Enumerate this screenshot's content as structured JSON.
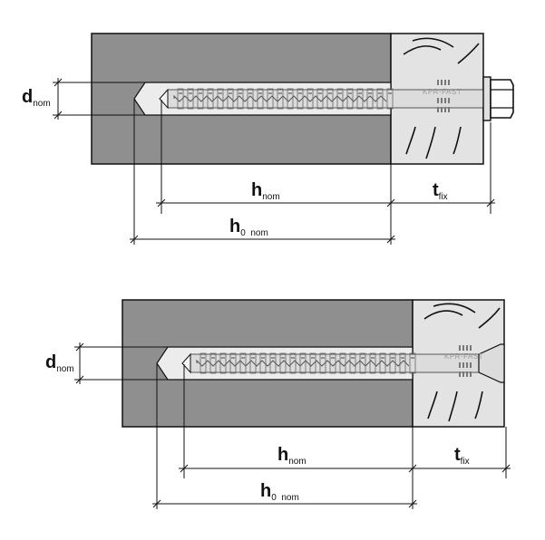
{
  "diagrams": [
    {
      "variant": "hex-head",
      "brand_label": "KPR-FAST",
      "labels": {
        "d": "d",
        "d_sub": "nom",
        "h": "h",
        "h_sub": "nom",
        "t": "t",
        "t_sub": "fix",
        "h0": "h",
        "h0_sub": "0  nom"
      }
    },
    {
      "variant": "countersunk",
      "brand_label": "KPR-FAST",
      "labels": {
        "d": "d",
        "d_sub": "nom",
        "h": "h",
        "h_sub": "nom",
        "t": "t",
        "t_sub": "fix",
        "h0": "h",
        "h0_sub": "0  nom"
      }
    }
  ],
  "colors": {
    "concrete": "#8f8f8f",
    "fixture": "#e3e3e3",
    "line": "#111111",
    "anchor": "#dcdcdc"
  }
}
